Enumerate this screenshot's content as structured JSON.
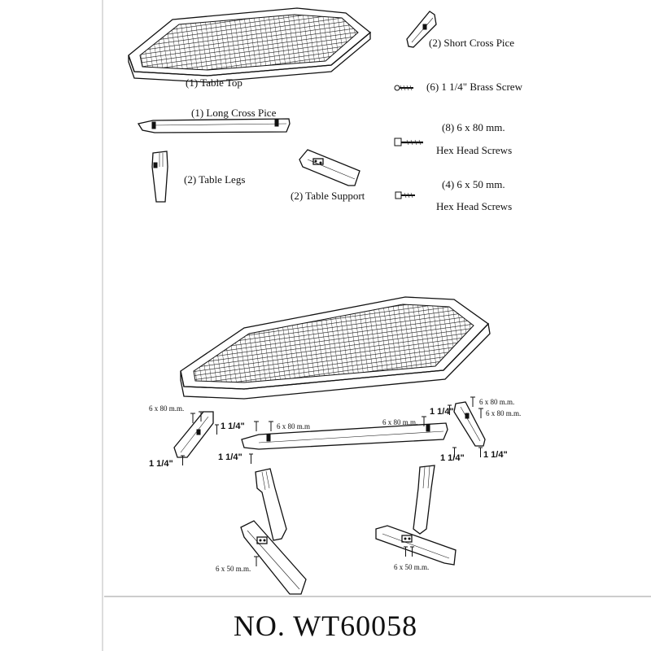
{
  "parts": {
    "table_top": "(1) Table Top",
    "long_cross": "(1) Long Cross Pice",
    "table_legs": "(2) Table Legs",
    "table_support": "(2) Table Support",
    "short_cross": "(2) Short Cross Pice",
    "brass_screw": "(6) 1 1/4\" Brass Screw",
    "hex80_qty": "(8) 6 x 80 mm.",
    "hex80_name": "Hex Head Screws",
    "hex50_qty": "(4) 6 x 50 mm.",
    "hex50_name": "Hex Head Screws"
  },
  "callouts": {
    "c80a": "6 x 80 m.m.",
    "c80b": "6 x 80 m.m",
    "c80c": "6 x 80 m.m.",
    "c80d": "6 x 80 m.m.",
    "c80e": "6 x 80 m.m.",
    "c50a": "6 x 50 m.m.",
    "c50b": "6 x 50 m.m.",
    "in1": "1 1/4\"",
    "in2": "1 1/4\"",
    "in3": "1 1/4\"",
    "in4": "1 1/4\"",
    "in5": "1 1/4\"",
    "in6": "1 1/4\""
  },
  "model": "NO. WT60058"
}
